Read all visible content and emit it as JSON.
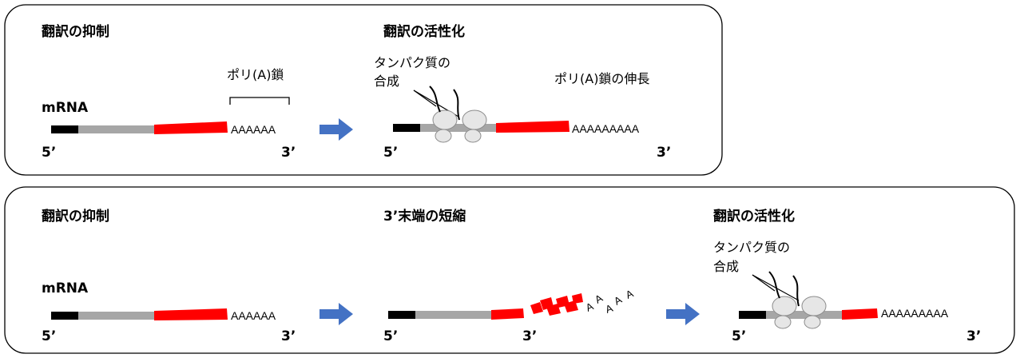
{
  "top": {
    "left": {
      "title": "翻訳の抑制",
      "mrna_label": "mRNA",
      "polya_label": "ポリ(A)鎖",
      "tail": "AAAAAA",
      "five_prime": "5’",
      "three_prime": "3’"
    },
    "right": {
      "title": "翻訳の活性化",
      "protein_label_line1": "タンパク質の",
      "protein_label_line2": "合成",
      "elongation_label": "ポリ(A)鎖の伸長",
      "tail": "AAAAAAAAA",
      "five_prime": "5’",
      "three_prime": "3’"
    }
  },
  "bottom": {
    "left": {
      "title": "翻訳の抑制",
      "mrna_label": "mRNA",
      "tail": "AAAAAA",
      "five_prime": "5’",
      "three_prime": "3’"
    },
    "middle": {
      "title": "3’末端の短縮",
      "loose_a": [
        "A",
        "A",
        "A",
        "A",
        "A"
      ],
      "five_prime": "5’",
      "three_prime": "3’"
    },
    "right": {
      "title": "翻訳の活性化",
      "protein_label_line1": "タンパク質の",
      "protein_label_line2": "合成",
      "tail": "AAAAAAAAA",
      "five_prime": "5’",
      "three_prime": "3’"
    }
  },
  "colors": {
    "cap": "#000000",
    "utr": "#a6a6a6",
    "orf": "#ff0000",
    "arrow": "#4472c4",
    "ribosome_fill": "#e6e6e6",
    "ribosome_stroke": "#8c8c8c",
    "panel_border": "#000000"
  }
}
